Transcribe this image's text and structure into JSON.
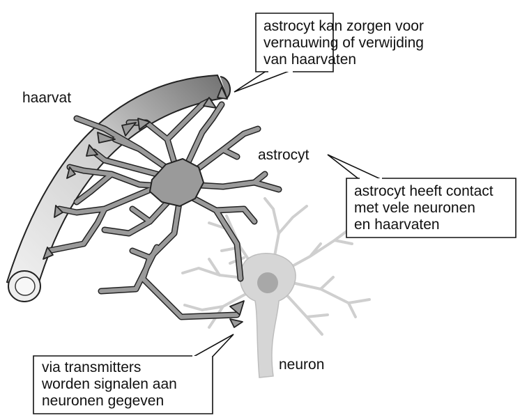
{
  "labels": {
    "capillary": "haarvat",
    "astrocyte": "astrocyt",
    "neuron": "neuron"
  },
  "callouts": {
    "top": [
      "astrocyt kan zorgen voor",
      "vernauwing of verwijding",
      "van haarvaten"
    ],
    "right": [
      "astrocyt heeft contact",
      "met vele neuronen",
      "en haarvaten"
    ],
    "bottom": [
      "via transmitters",
      "worden signalen aan",
      "neuronen gegeven"
    ]
  },
  "colors": {
    "capillary_dark": "#7a7a7a",
    "capillary_light": "#ececec",
    "astrocyte_fill": "#9a9a9a",
    "neuron_fill": "#d6d6d6",
    "neuron_nucleus": "#a8a8a8",
    "outline": "#222222"
  }
}
